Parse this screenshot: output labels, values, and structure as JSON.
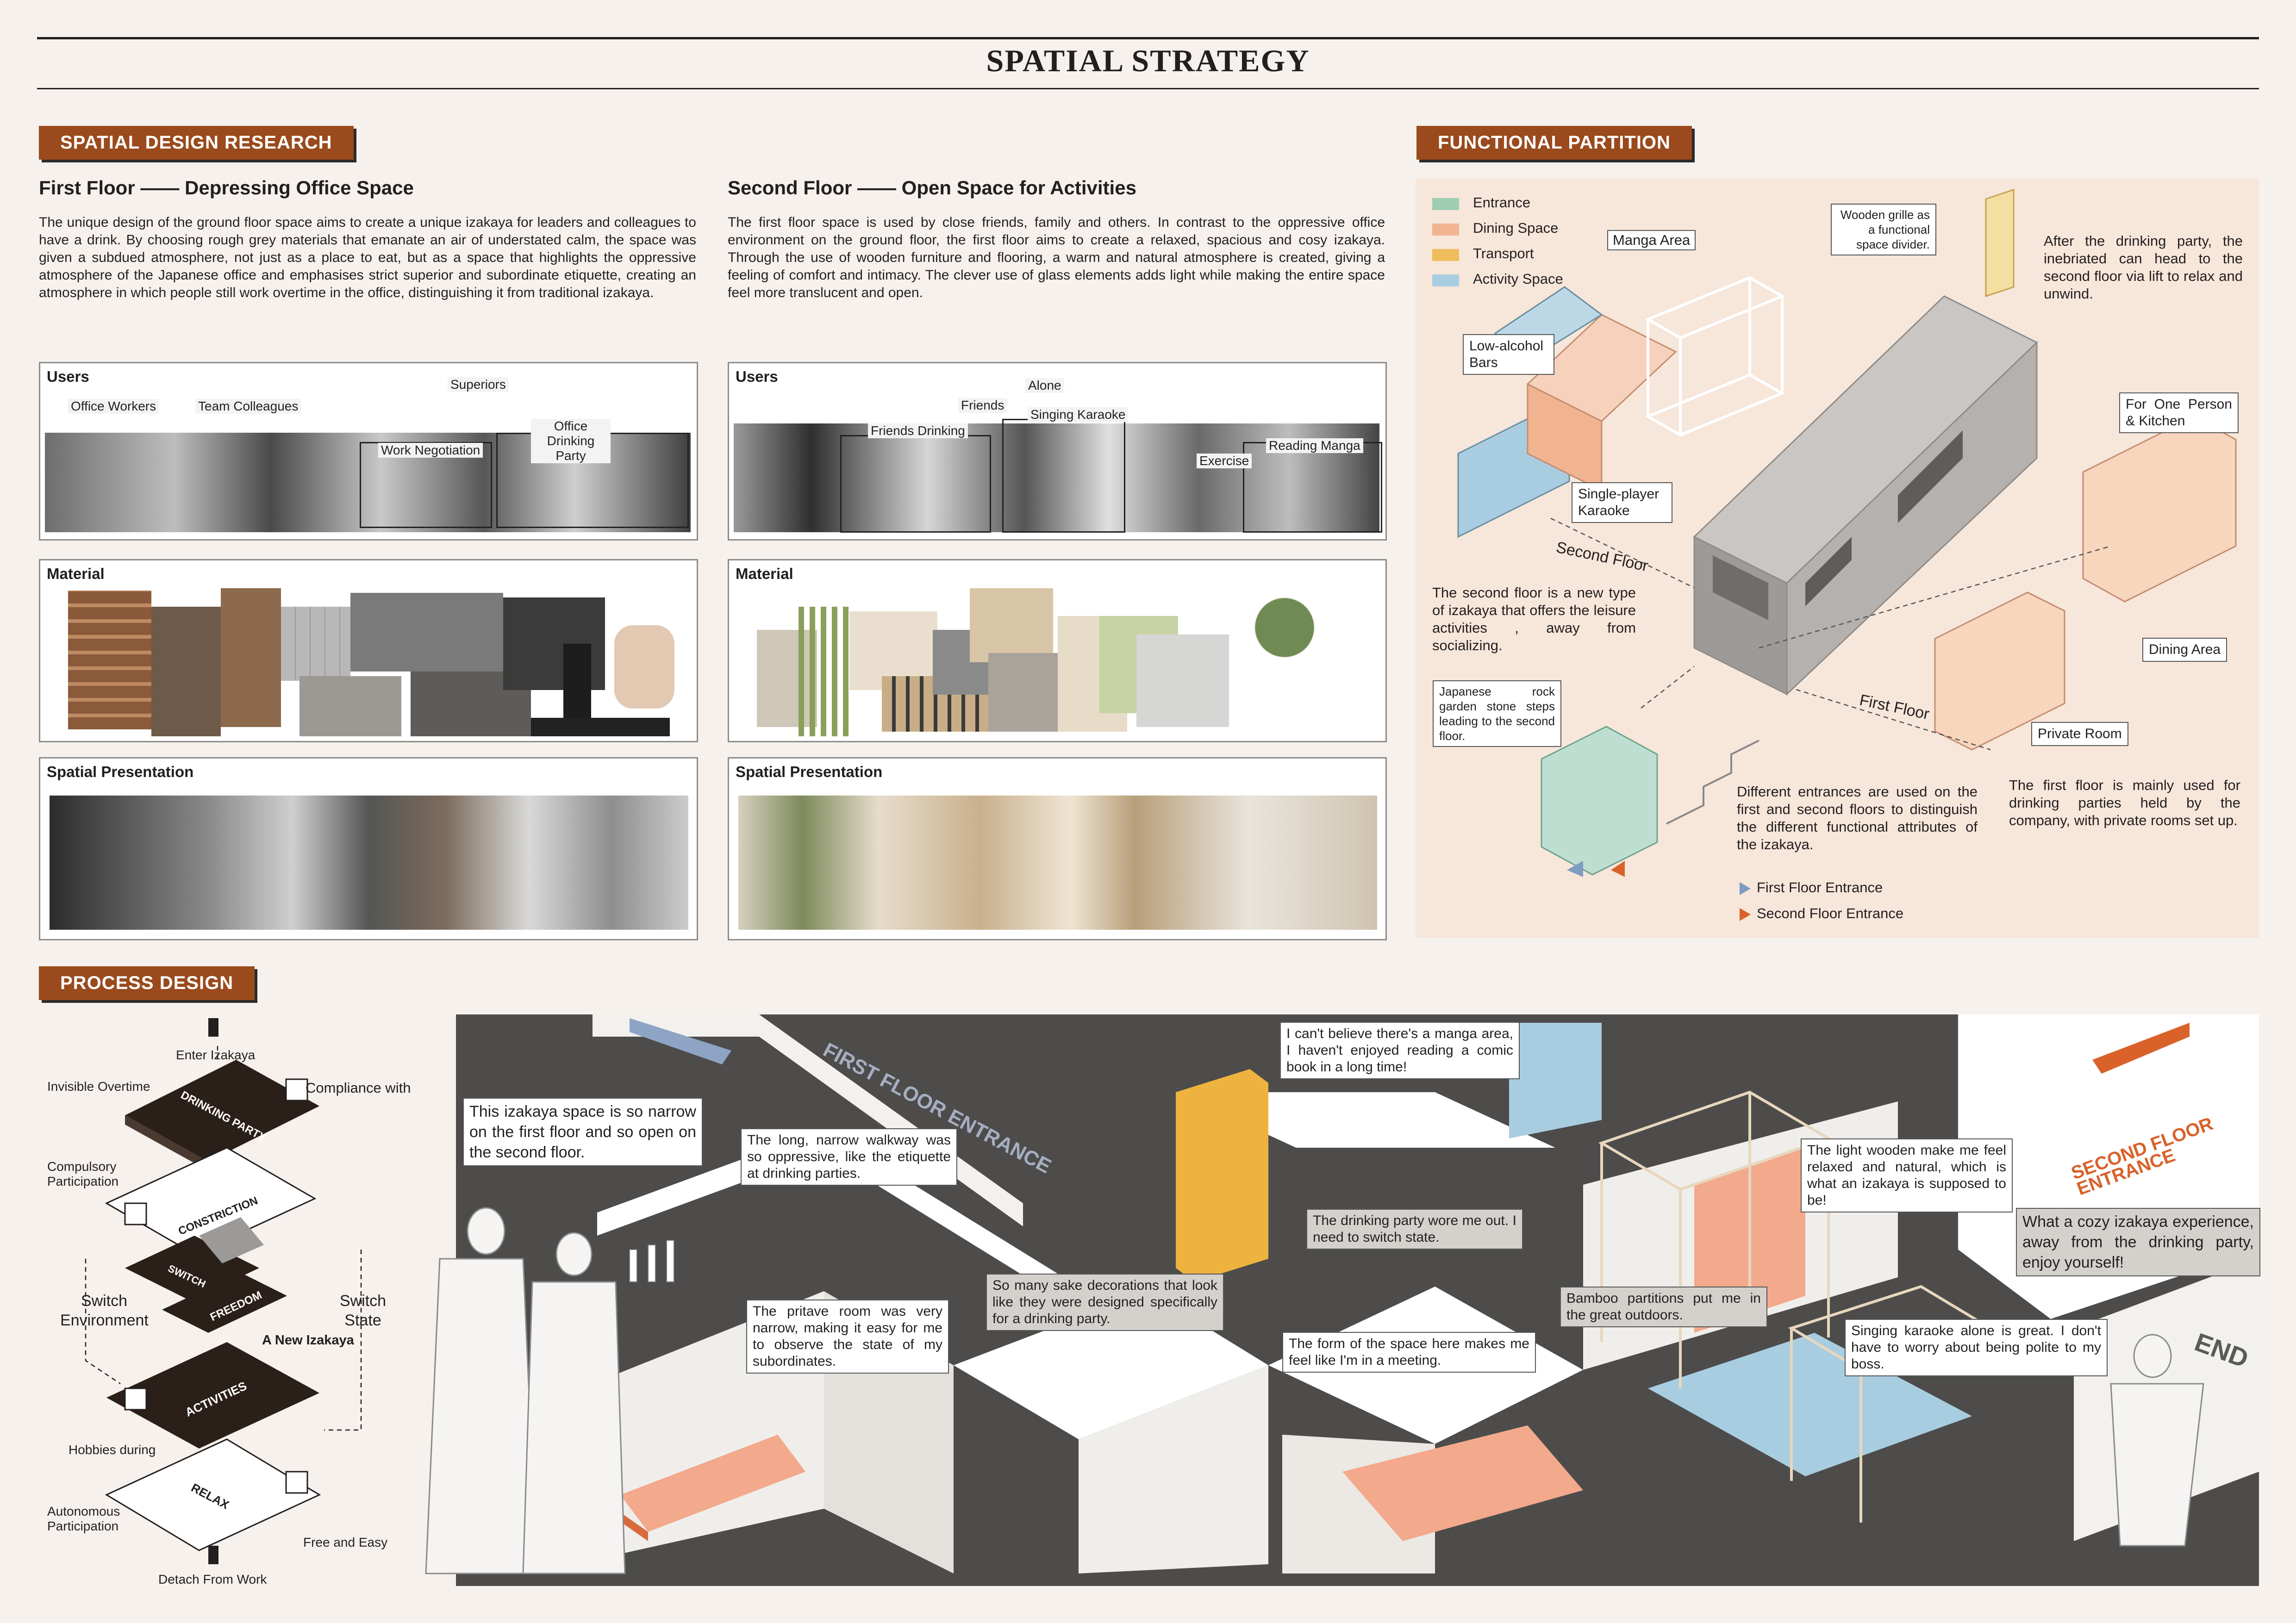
{
  "header": {
    "title": "SPATIAL STRATEGY"
  },
  "sections": {
    "research": "SPATIAL DESIGN RESEARCH",
    "partition": "FUNCTIONAL PARTITION",
    "process": "PROCESS DESIGN"
  },
  "first_floor": {
    "heading": "First Floor —— Depressing Office Space",
    "text": "The unique design of the ground floor space aims to create a unique izakaya for leaders and colleagues to have a drink. By choosing rough grey materials that emanate an air of understated calm, the space was given a subdued atmosphere, not just as a place to eat, but as a space that highlights the oppressive atmosphere of the Japanese office and emphasises strict superior and subordinate etiquette, creating an atmosphere in which people still work overtime in the office, distinguishing it from traditional izakaya.",
    "users_label": "Users",
    "users": [
      "Office Workers",
      "Team Colleagues",
      "Superiors",
      "Work Negotiation",
      "Office Drinking Party"
    ],
    "material_label": "Material",
    "spatial_label": "Spatial Presentation"
  },
  "second_floor": {
    "heading": "Second Floor —— Open Space for Activities",
    "text": "The first floor space is used by close friends, family and others. In contrast to the oppressive office environment on the ground floor, the first floor aims to create a relaxed, spacious and cosy izakaya. Through the use of wooden furniture and flooring, a warm and natural atmosphere is created, giving a feeling of comfort and intimacy. The clever use of glass elements adds light while making the entire space feel more translucent and open.",
    "users_label": "Users",
    "users": [
      "Alone",
      "Friends",
      "Friends Drinking",
      "Singing Karaoke",
      "Exercise",
      "Reading Manga"
    ],
    "material_label": "Material",
    "spatial_label": "Spatial Presentation"
  },
  "partition": {
    "legend": [
      {
        "label": "Entrance",
        "color": "#9fcdb2"
      },
      {
        "label": "Dining Space",
        "color": "#f1b491"
      },
      {
        "label": "Transport",
        "color": "#eebd5c"
      },
      {
        "label": "Activity Space",
        "color": "#a9cde0"
      }
    ],
    "manga_area": "Manga Area",
    "wooden_grille": "Wooden grille as a functional space divider.",
    "lift_text": "After the drinking party, the inebriated can head to the second floor via lift to relax and unwind.",
    "low_alcohol": "Low-alcohol Bars",
    "single_karaoke": "Single-player Karaoke",
    "one_person": "For One Person & Kitchen",
    "second_floor_tag": "Second Floor",
    "first_floor_tag": "First Floor",
    "second_floor_text": "The second floor is a new type of izakaya that offers the leisure activities , away from socializing.",
    "rock_garden": "Japanese rock garden stone steps leading to the second floor.",
    "dining_area": "Dining Area",
    "private_room": "Private Room",
    "entrances_text": "Different entrances are used on the first and second floors to distinguish the different functional attributes of the izakaya.",
    "first_floor_text": "The first floor is mainly used for drinking parties held by the company, with private rooms set up.",
    "first_entrance": "First Floor Entrance",
    "second_entrance": "Second Floor Entrance"
  },
  "process": {
    "enter": "Enter Izakaya",
    "invisible_overtime": "Invisible Overtime",
    "compliance": "Compliance with",
    "drinking_party": "DRINKING PARTY",
    "compulsory": "Compulsory Participation",
    "constriction": "CONSTRICTION",
    "switch": "SWITCH",
    "switch_env": "Switch Environment",
    "switch_state": "Switch State",
    "freedom": "FREEDOM",
    "new_izakaya": "A New Izakaya",
    "activities": "ACTIVITIES",
    "hobbies": "Hobbies during",
    "autonomous": "Autonomous Participation",
    "relax": "RELAX",
    "free_easy": "Free and Easy",
    "detach": "Detach From Work"
  },
  "scene": {
    "first_floor_entrance": "FIRST FLOOR ENTRANCE",
    "second_floor_entrance": "SECOND FLOOR ENTRANCE",
    "end": "END",
    "bubbles": {
      "narrow": "This izakaya space is so narrow on the first floor and so open on the second floor.",
      "walkway": "The long, narrow walkway was so oppressive, like the etiquette at drinking parties.",
      "pritave": "The pritave room was very narrow, making it easy for me to observe the state of my subordinates.",
      "sake": "So many sake decorations that look like they were designed specifically for a drinking party.",
      "manga": "I can't believe there's a manga area, I haven't enjoyed reading a comic book in a long time!",
      "wore": "The drinking party wore me out. I need to switch state.",
      "meeting": "The form of the space here makes me feel like I'm in a meeting.",
      "bamboo": "Bamboo partitions put me in the great outdoors.",
      "light_wood": "The light wooden make me feel relaxed and natural, which is what an izakaya is supposed to be!",
      "karaoke": "Singing karaoke alone is great. I don't have to worry about being polite to my boss.",
      "cozy": "What a cozy izakaya experience, away from the drinking party, enjoy yourself!"
    }
  }
}
